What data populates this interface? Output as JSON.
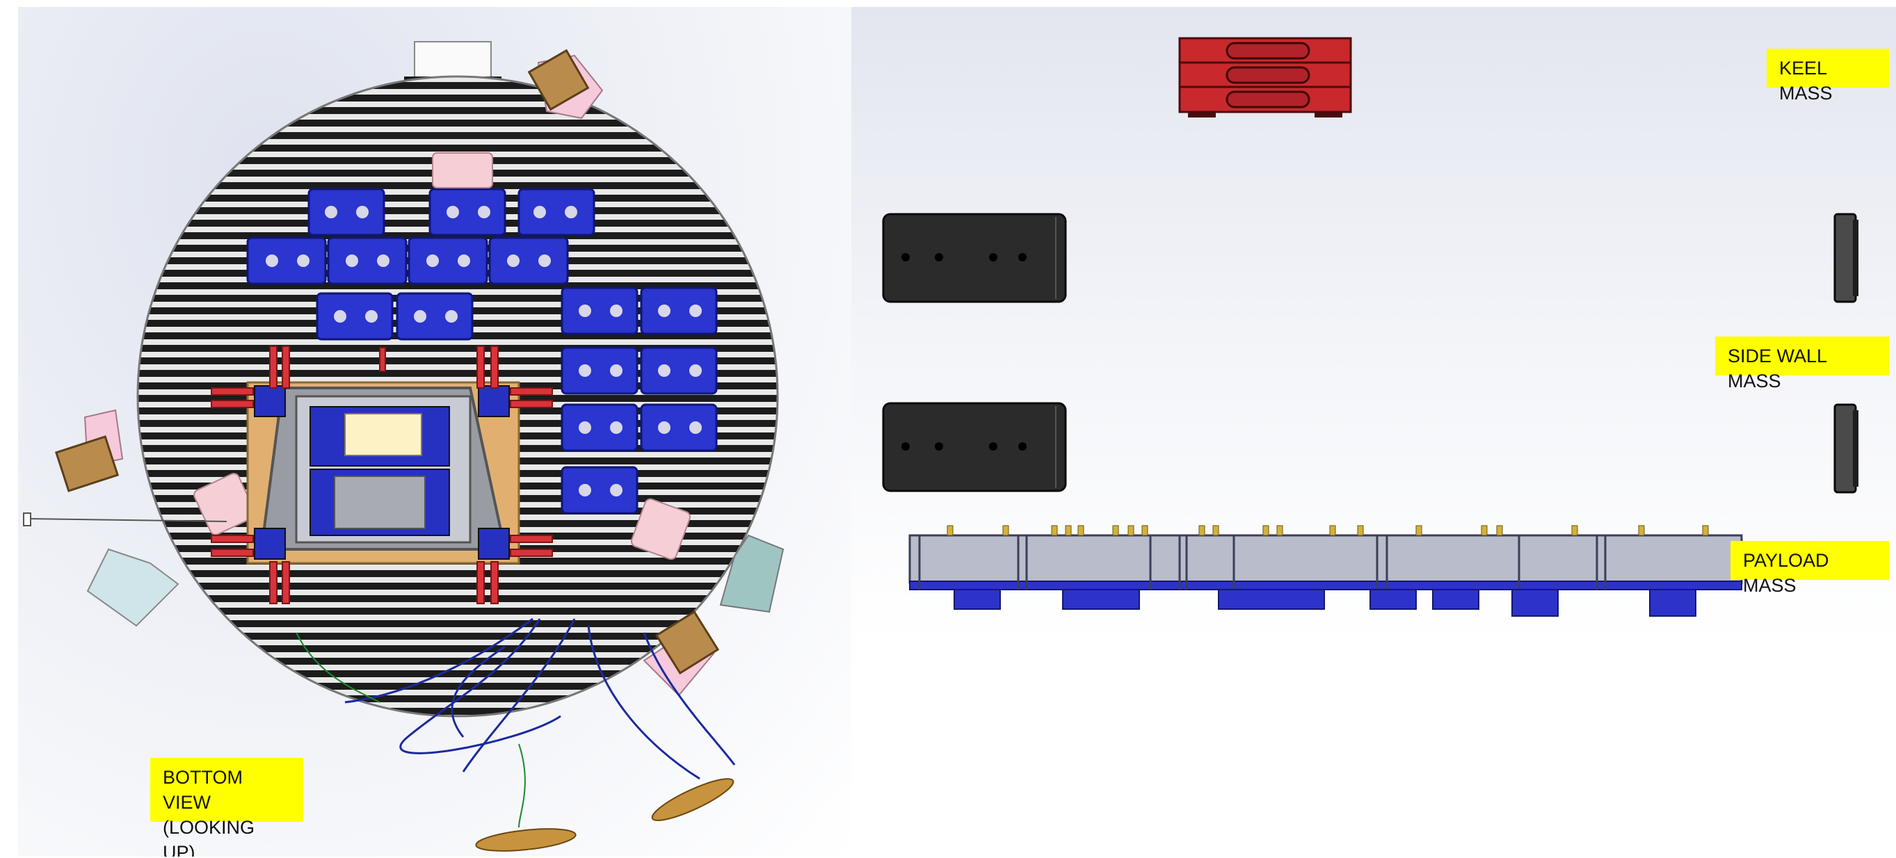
{
  "labels": {
    "bottom_view": "BOTTOM VIEW\n(LOOKING UP)",
    "keel_mass": "KEEL MASS",
    "side_wall_mass": "SIDE WALL MASS",
    "payload_mass": "PAYLOAD MASS"
  },
  "colors": {
    "yellow_label": "#ffff00",
    "keel_red": "#c9282d",
    "side_wall_black": "#2b2b2b",
    "payload_gray": "#b9bccb",
    "payload_blue": "#2d33c9",
    "plate_stripe": "#1a1a1a",
    "bracket_tan": "#b0884a",
    "bracket_pink": "#f3c6d3",
    "tab_teal": "#a7cfcd"
  }
}
